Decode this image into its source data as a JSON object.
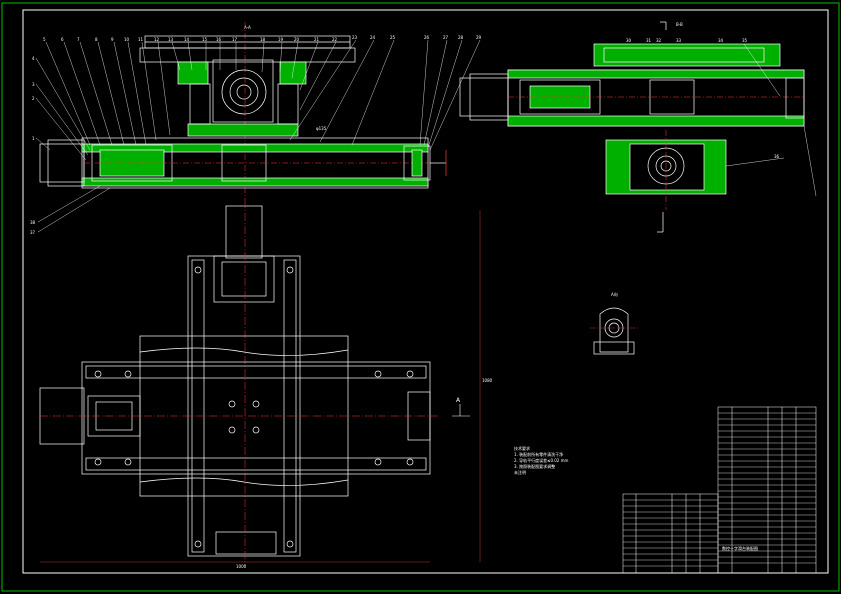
{
  "drawing": {
    "section_top": "A-A",
    "section_right": "B-B",
    "view_label": "A向",
    "view_arrow_label": "A",
    "balloons_top": [
      "5",
      "6",
      "7",
      "8",
      "9",
      "10",
      "11",
      "12",
      "13",
      "14",
      "15",
      "16",
      "17",
      "18",
      "19",
      "20",
      "21",
      "22",
      "23",
      "24",
      "25",
      "26",
      "27",
      "28",
      "29"
    ],
    "balloons_left": [
      "4",
      "3",
      "2",
      "1"
    ],
    "balloons_bottom": [
      "38",
      "37"
    ],
    "balloons_right_view": [
      "30",
      "31",
      "32",
      "33",
      "34",
      "35"
    ],
    "balloon_36": "36",
    "dim_top_phi": "φ135",
    "dim_width": "1000",
    "dim_height": "1080",
    "notes": [
      "技术要求",
      "1. 装配前所有零件清洗干净",
      "2. 导轨平行度误差≤0.02 mm",
      "3. 按照装配图要求调整",
      "未注明"
    ],
    "title_block_name": "数控十字滑台装配图"
  },
  "colors": {
    "background": "#000000",
    "line": "#ffffff",
    "hatch": "#00c000",
    "center": "#ff3030",
    "frame": "#00c000",
    "dim": "#ff4040"
  }
}
